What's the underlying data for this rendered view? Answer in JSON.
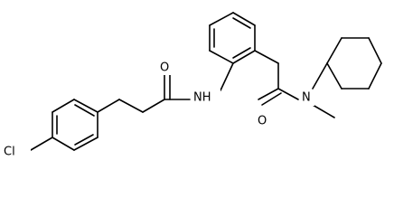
{
  "molecule": {
    "atom_labels": {
      "chlorine": "Cl",
      "amide_nh": "NH",
      "amide_oxygen_left": "O",
      "amide_oxygen_right": "O",
      "amide_nitrogen": "N"
    }
  }
}
